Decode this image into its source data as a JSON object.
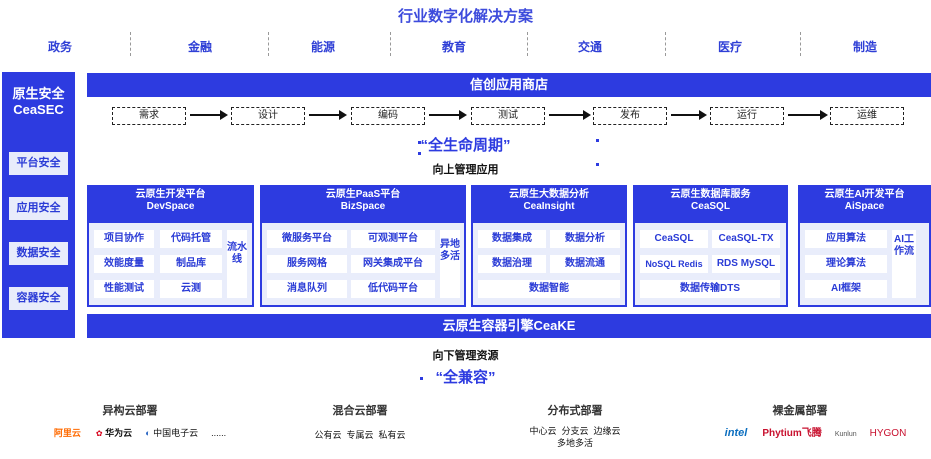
{
  "title": "行业数字化解决方案",
  "industries": [
    "政务",
    "金融",
    "能源",
    "教育",
    "交通",
    "医疗",
    "制造"
  ],
  "security": {
    "title_line1": "原生安全",
    "title_line2": "CeaSEC",
    "items": [
      "平台安全",
      "应用安全",
      "数据安全",
      "容器安全"
    ]
  },
  "app_store": "信创应用商店",
  "lifecycle": {
    "stages": [
      "需求",
      "设计",
      "编码",
      "测试",
      "发布",
      "运行",
      "运维"
    ],
    "label": "“全生命周期”",
    "sub": "向上管理应用"
  },
  "modules": [
    {
      "title": "云原生开发平台",
      "subtitle": "DevSpace",
      "items": [
        "项目协作",
        "代码托管",
        "效能度量",
        "制品库",
        "性能测试",
        "云测"
      ],
      "side": "流水线"
    },
    {
      "title": "云原生PaaS平台",
      "subtitle": "BizSpace",
      "items": [
        "微服务平台",
        "可观测平台",
        "服务网格",
        "网关集成平台",
        "消息队列",
        "低代码平台"
      ],
      "side": "异地多活"
    },
    {
      "title": "云原生大数据分析",
      "subtitle": "CeaInsight",
      "items": [
        "数据集成",
        "数据分析",
        "数据治理",
        "数据流通"
      ],
      "bottom": "数据智能"
    },
    {
      "title": "云原生数据库服务",
      "subtitle": "CeaSQL",
      "items": [
        "CeaSQL",
        "CeaSQL-TX",
        "NoSQL Redis",
        "RDS MySQL"
      ],
      "bottom": "数据传输DTS"
    },
    {
      "title": "云原生AI开发平台",
      "subtitle": "AiSpace",
      "items": [
        "应用算法",
        "理论算法",
        "AI框架"
      ],
      "side": "AI工作流"
    }
  ],
  "engine": "云原生容器引擎CeaKE",
  "resources": {
    "sub": "向下管理资源",
    "label": "“全兼容”"
  },
  "deployments": [
    {
      "title": "异构云部署",
      "vendors": [
        "阿里云",
        "华为云",
        "中国电子云",
        "......"
      ]
    },
    {
      "title": "混合云部署",
      "text": "公有云  专属云  私有云"
    },
    {
      "title": "分布式部署",
      "line1": "中心云  分支云  边缘云",
      "line2": "多地多活"
    },
    {
      "title": "裸金属部署",
      "vendors": [
        "intel",
        "Phytium飞腾",
        "Kunlun",
        "HYGON"
      ]
    }
  ],
  "colors": {
    "primary": "#2d3be0",
    "title": "#3d4bdc",
    "light": "#e9edfb"
  }
}
